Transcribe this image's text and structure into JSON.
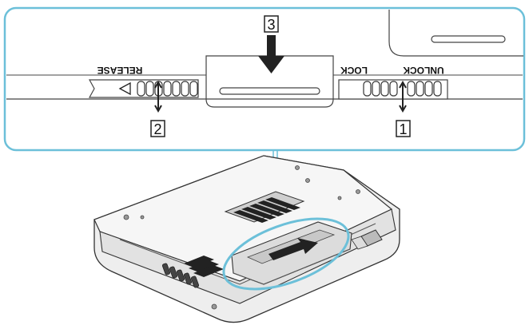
{
  "diagram": {
    "accent_color": "#6cc0d9",
    "detail_panel": {
      "labels": {
        "release": "RELEASE",
        "lock": "LOCK",
        "unlock": "UNLOCK"
      },
      "callouts": [
        {
          "id": "1",
          "text": "1"
        },
        {
          "id": "2",
          "text": "2"
        },
        {
          "id": "3",
          "text": "3"
        }
      ]
    },
    "icons": {
      "release_arrow": "triangle-left-icon",
      "insert_arrow": "arrow-down-icon",
      "slide_arrow": "arrow-right-icon"
    }
  }
}
